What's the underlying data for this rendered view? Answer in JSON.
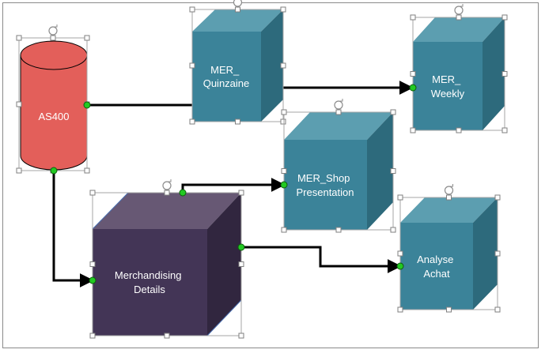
{
  "shapes": {
    "as400": {
      "label": "AS400",
      "color": "#e35f5a"
    },
    "quinzaine": {
      "label_lines": [
        "MER_",
        "Quinzaine"
      ],
      "color": "#3b8399"
    },
    "weekly": {
      "label_lines": [
        "MER_",
        "Weekly"
      ],
      "color": "#3b8399"
    },
    "shop_presentation": {
      "label_lines": [
        "MER_Shop",
        "Presentation"
      ],
      "color": "#3b8399"
    },
    "analyse_achat": {
      "label_lines": [
        "Analyse",
        "Achat"
      ],
      "color": "#3b8399"
    },
    "merchandising": {
      "label_lines": [
        "Merchandising",
        "Details"
      ],
      "color": "#433556"
    }
  },
  "colors": {
    "connector": "#000000",
    "connection_point": "#22c922",
    "handle": "#ffffff",
    "selection_border": "#a6a6a6"
  },
  "icons": {
    "rotate": "rotate-handle-icon"
  }
}
